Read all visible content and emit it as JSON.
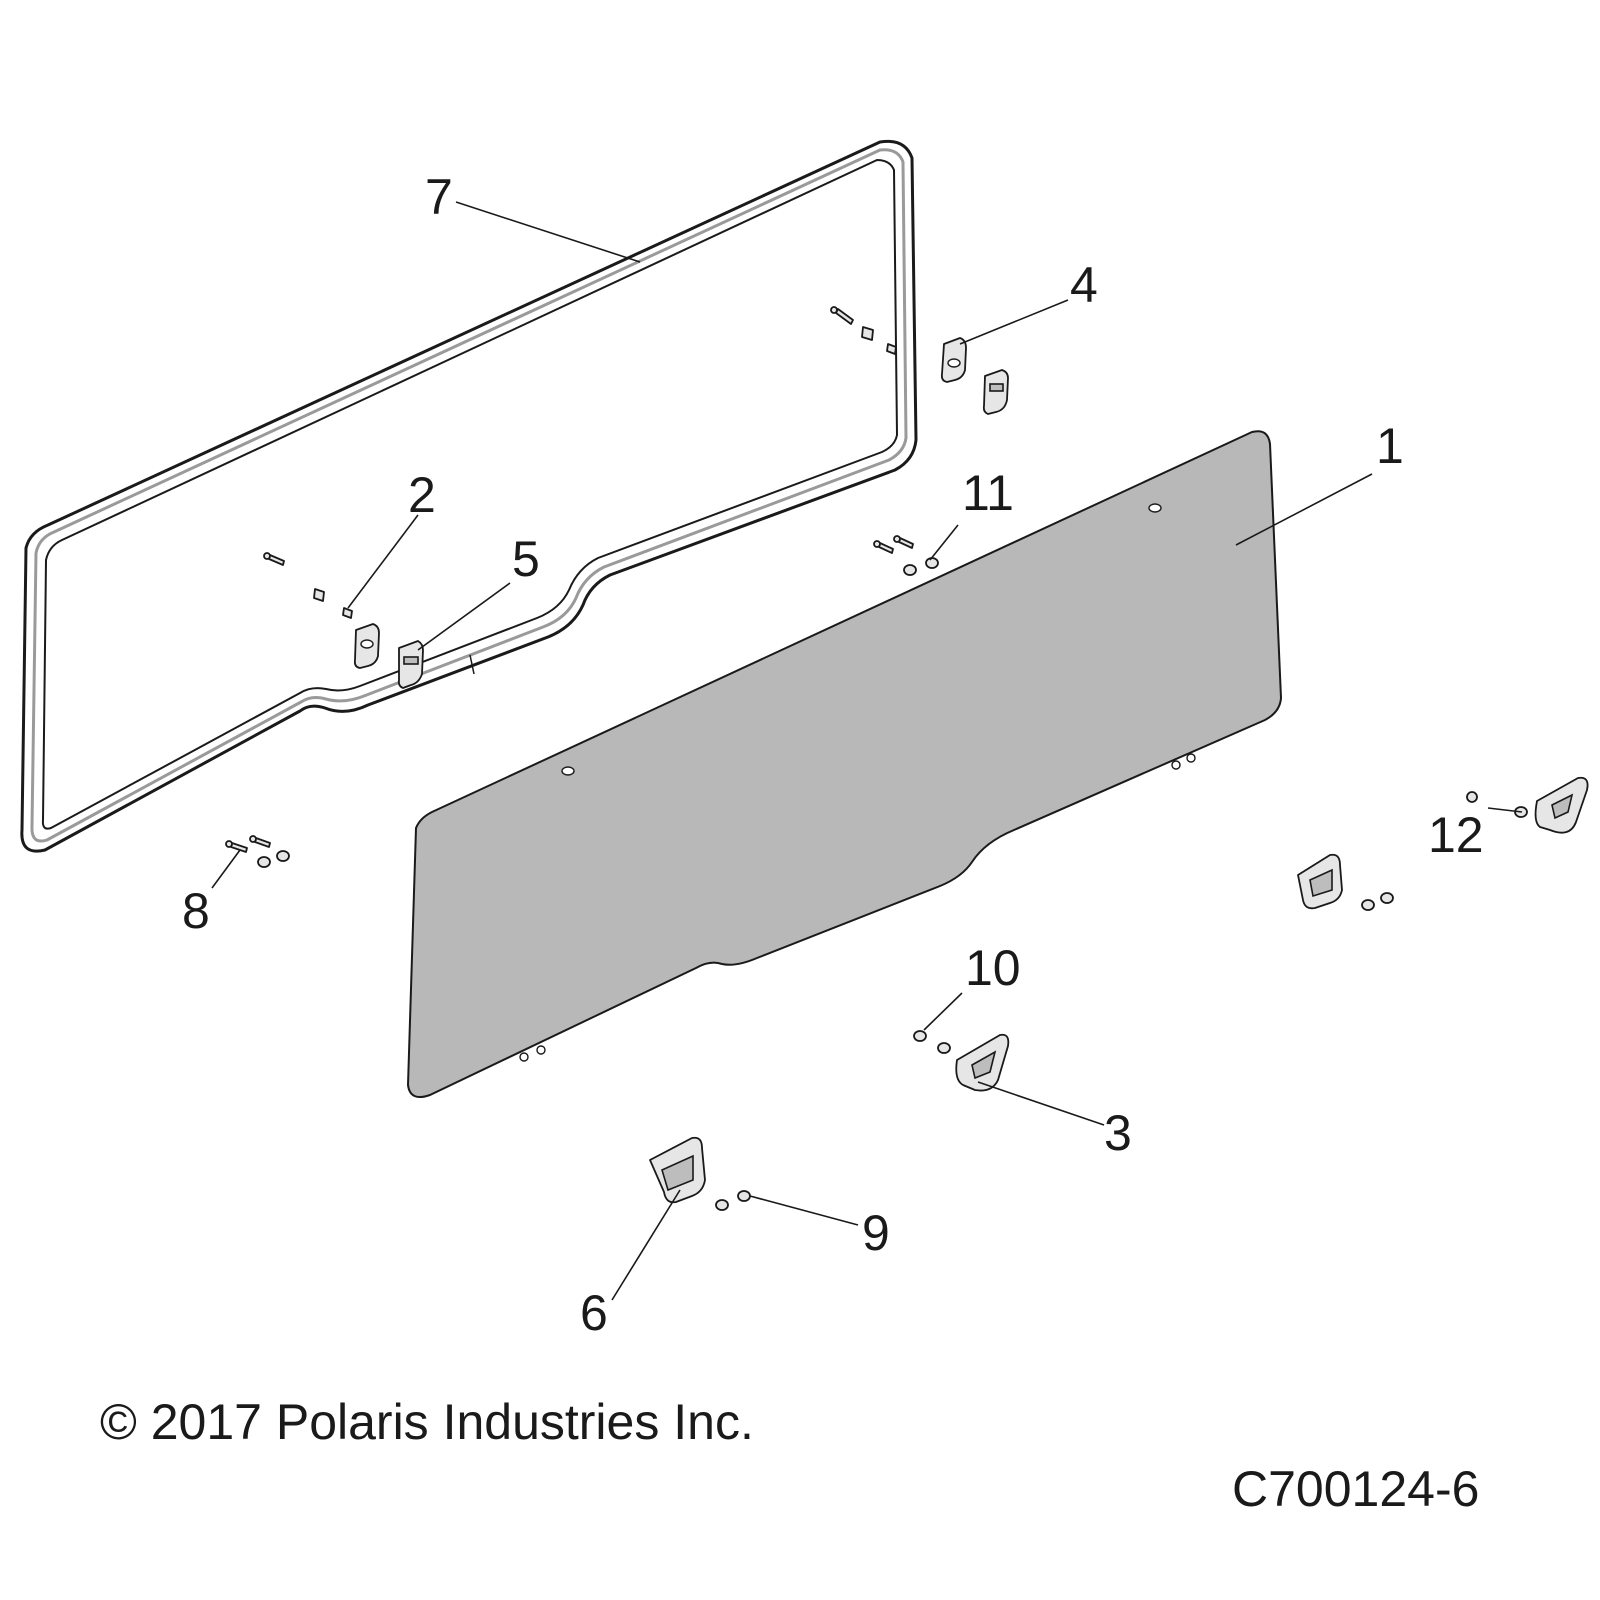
{
  "callouts": {
    "c1": "1",
    "c2": "2",
    "c3": "3",
    "c4": "4",
    "c5": "5",
    "c6": "6",
    "c7": "7",
    "c8": "8",
    "c9": "9",
    "c10": "10",
    "c11": "11",
    "c12": "12"
  },
  "footer": {
    "copyright": "© 2017 Polaris Industries Inc.",
    "drawing_id": "C700124-6"
  }
}
